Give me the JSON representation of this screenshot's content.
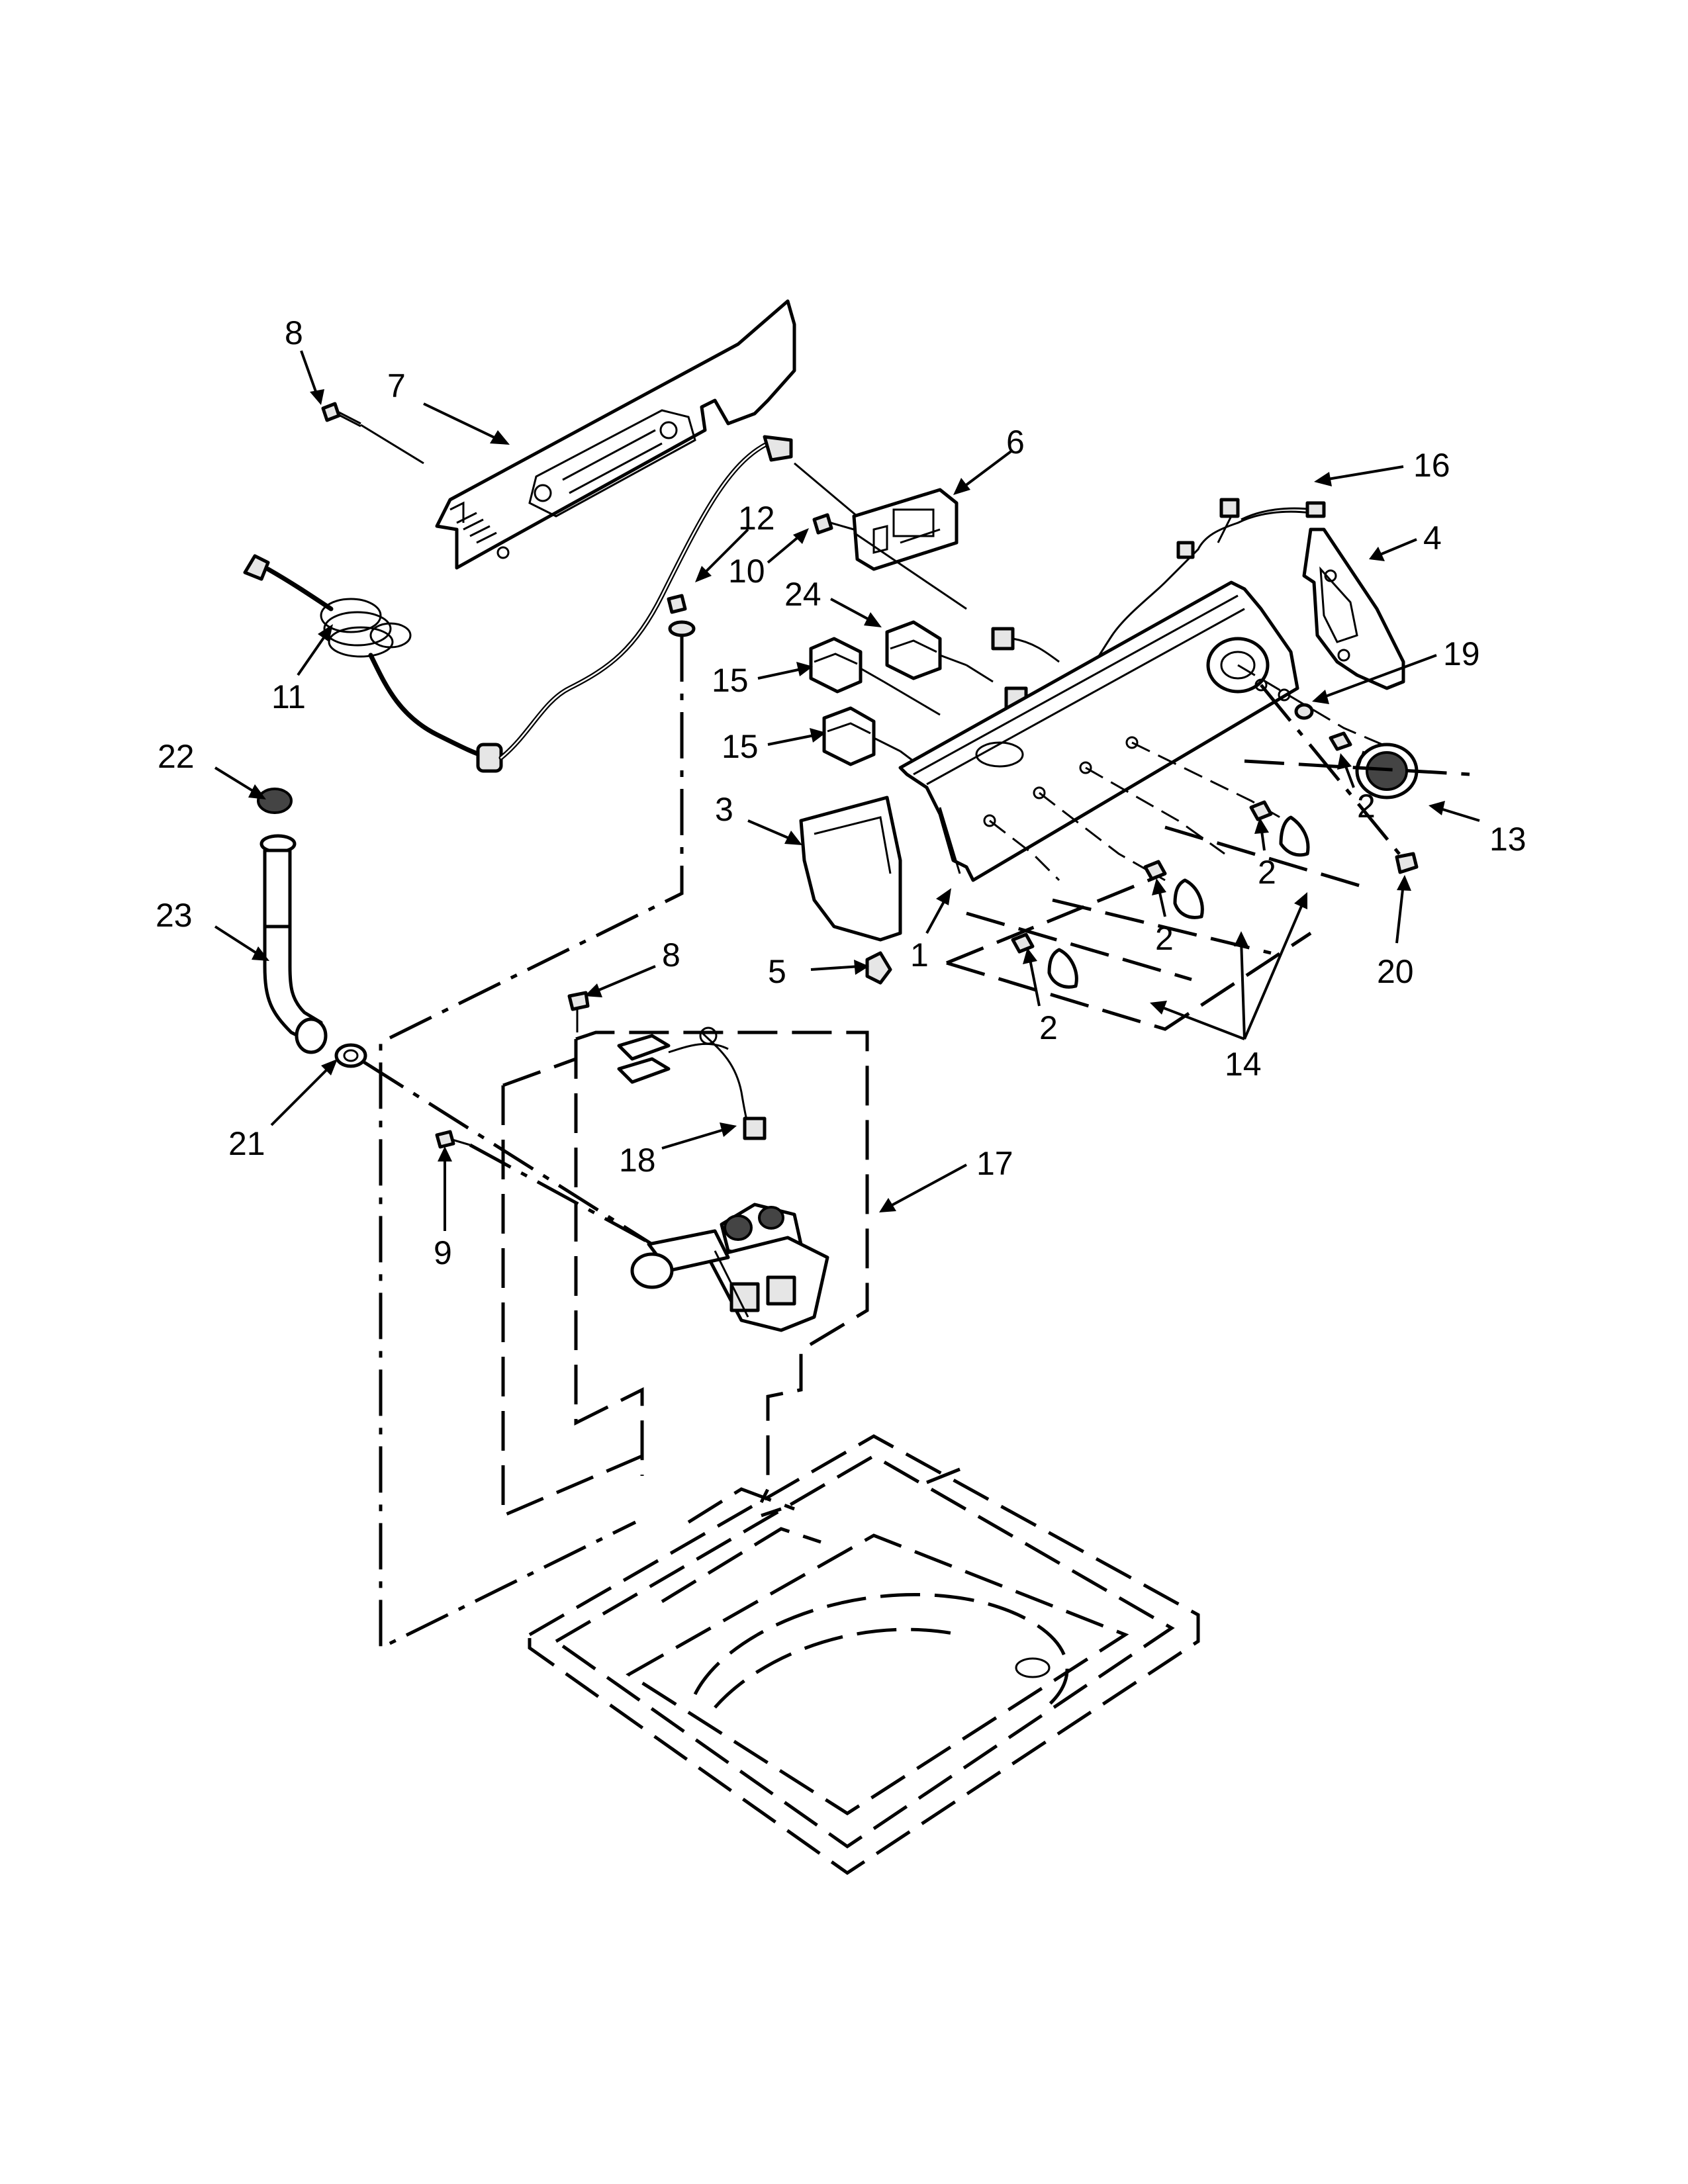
{
  "diagram": {
    "callouts": [
      {
        "id": "c7",
        "label": "7"
      },
      {
        "id": "c8a",
        "label": "8"
      },
      {
        "id": "c6",
        "label": "6"
      },
      {
        "id": "c16",
        "label": "16"
      },
      {
        "id": "c12",
        "label": "12"
      },
      {
        "id": "c4",
        "label": "4"
      },
      {
        "id": "c10",
        "label": "10"
      },
      {
        "id": "c24",
        "label": "24"
      },
      {
        "id": "c19",
        "label": "19"
      },
      {
        "id": "c11",
        "label": "11"
      },
      {
        "id": "c15a",
        "label": "15"
      },
      {
        "id": "c22",
        "label": "22"
      },
      {
        "id": "c15b",
        "label": "15"
      },
      {
        "id": "c3",
        "label": "3"
      },
      {
        "id": "c2a",
        "label": "2"
      },
      {
        "id": "c13",
        "label": "13"
      },
      {
        "id": "c2b",
        "label": "2"
      },
      {
        "id": "c23",
        "label": "23"
      },
      {
        "id": "c1",
        "label": "1"
      },
      {
        "id": "c2c",
        "label": "2"
      },
      {
        "id": "c20",
        "label": "20"
      },
      {
        "id": "c8b",
        "label": "8"
      },
      {
        "id": "c5",
        "label": "5"
      },
      {
        "id": "c2d",
        "label": "2"
      },
      {
        "id": "c14",
        "label": "14"
      },
      {
        "id": "c21",
        "label": "21"
      },
      {
        "id": "c18",
        "label": "18"
      },
      {
        "id": "c17",
        "label": "17"
      },
      {
        "id": "c9",
        "label": "9"
      }
    ]
  }
}
